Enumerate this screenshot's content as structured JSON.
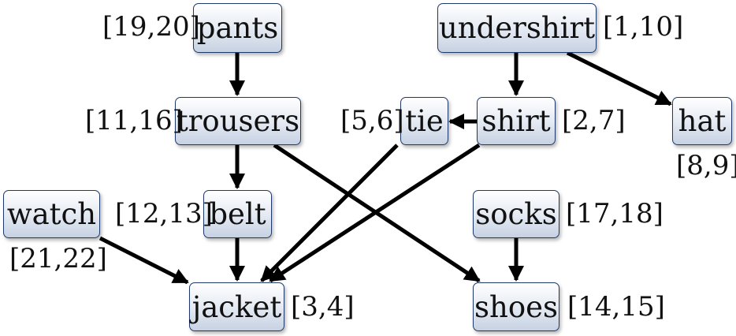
{
  "nodes": {
    "pants": {
      "label": "pants",
      "interval": "[19,20]"
    },
    "undershirt": {
      "label": "undershirt",
      "interval": "[1,10]"
    },
    "trousers": {
      "label": "trousers",
      "interval": "[11,16]"
    },
    "tie": {
      "label": "tie",
      "interval": "[5,6]"
    },
    "shirt": {
      "label": "shirt",
      "interval": "[2,7]"
    },
    "hat": {
      "label": "hat",
      "interval": "[8,9]"
    },
    "watch": {
      "label": "watch",
      "interval": "[21,22]"
    },
    "belt": {
      "label": "belt",
      "interval": "[12,13]"
    },
    "socks": {
      "label": "socks",
      "interval": "[17,18]"
    },
    "jacket": {
      "label": "jacket",
      "interval": "[3,4]"
    },
    "shoes": {
      "label": "shoes",
      "interval": "[14,15]"
    }
  },
  "edges": [
    {
      "from": "pants",
      "to": "trousers"
    },
    {
      "from": "undershirt",
      "to": "shirt"
    },
    {
      "from": "undershirt",
      "to": "hat"
    },
    {
      "from": "shirt",
      "to": "tie"
    },
    {
      "from": "trousers",
      "to": "belt"
    },
    {
      "from": "trousers",
      "to": "shoes"
    },
    {
      "from": "belt",
      "to": "jacket"
    },
    {
      "from": "tie",
      "to": "jacket"
    },
    {
      "from": "shirt",
      "to": "jacket"
    },
    {
      "from": "watch",
      "to": "jacket"
    },
    {
      "from": "socks",
      "to": "shoes"
    }
  ],
  "colors": {
    "node_border": "#1f3a6a",
    "node_fill_top": "#ffffff",
    "node_fill_bottom": "#c6d1e2",
    "edge": "#000000",
    "text": "#111111"
  }
}
